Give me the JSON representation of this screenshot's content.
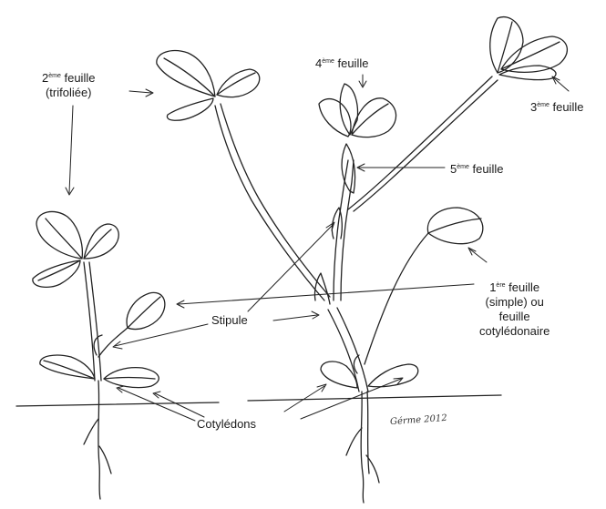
{
  "labels": {
    "leaf2": {
      "ord": "2",
      "sup": "ème",
      "word": "feuille",
      "line2": "(trifoliée)"
    },
    "leaf4": {
      "ord": "4",
      "sup": "ème",
      "word": "feuille"
    },
    "leaf3": {
      "ord": "3",
      "sup": "ème",
      "word": "feuille"
    },
    "leaf5": {
      "ord": "5",
      "sup": "ème",
      "word": "feuille"
    },
    "leaf1": {
      "ord": "1",
      "sup": "ère",
      "word": "feuille",
      "line2": "(simple) ou",
      "line3": "feuille",
      "line4": "cotylédonaire"
    },
    "stipule": "Stipule",
    "cotyledons": "Cotylédons"
  },
  "signature": "Gérme 2012"
}
